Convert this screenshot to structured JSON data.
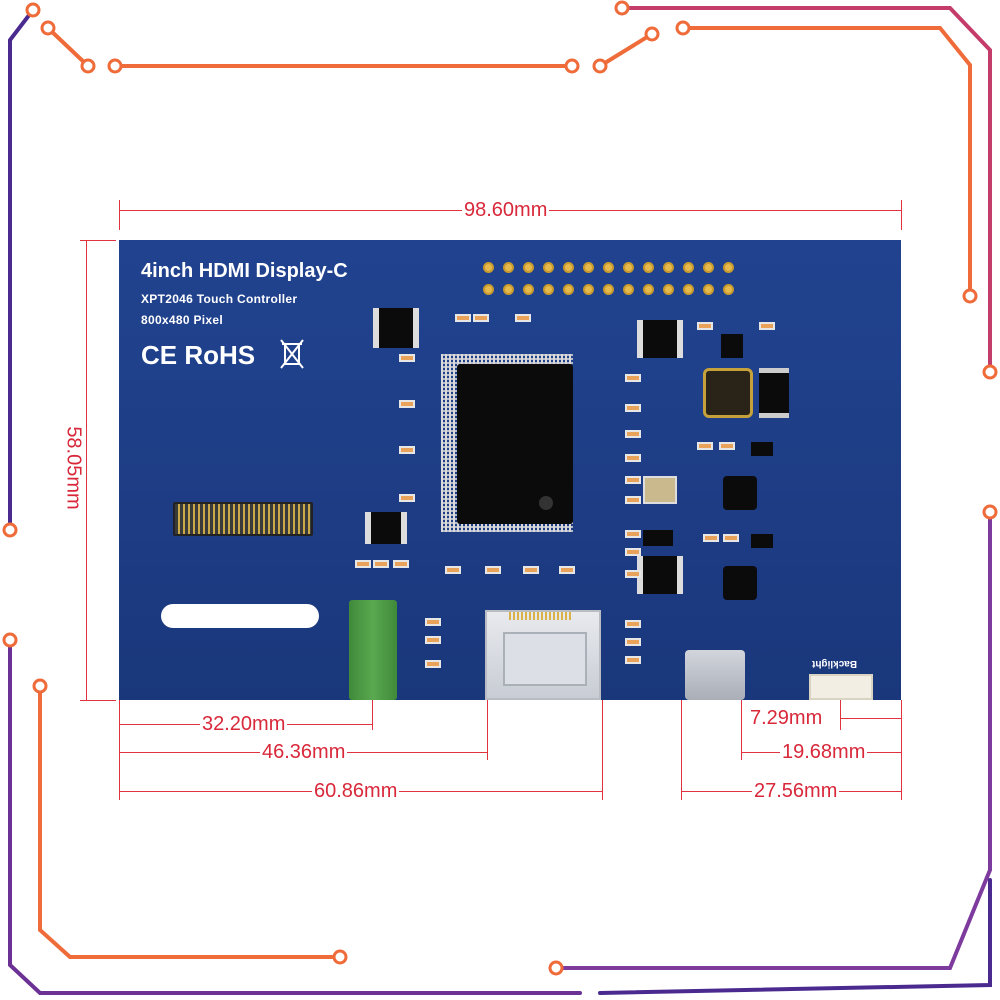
{
  "board": {
    "title": "4inch HDMI Display-C",
    "subtitle_controller": "XPT2046 Touch Controller",
    "subtitle_resolution": "800x480 Pixel",
    "certifications": "CE RoHS",
    "backlight_label": "Backlight"
  },
  "dimensions": {
    "width": "98.60mm",
    "height": "58.05mm",
    "audio_jack": "32.20mm",
    "hdmi_left": "46.36mm",
    "hdmi_right": "60.86mm",
    "backlight_left": "7.29mm",
    "backlight_right": "19.68mm",
    "usb_left": "27.56mm"
  },
  "colors": {
    "board": "#1d3c84",
    "dimension": "#d8283a",
    "frame_orange": "#ef6c3a",
    "frame_purple": "#4b2a8f"
  }
}
